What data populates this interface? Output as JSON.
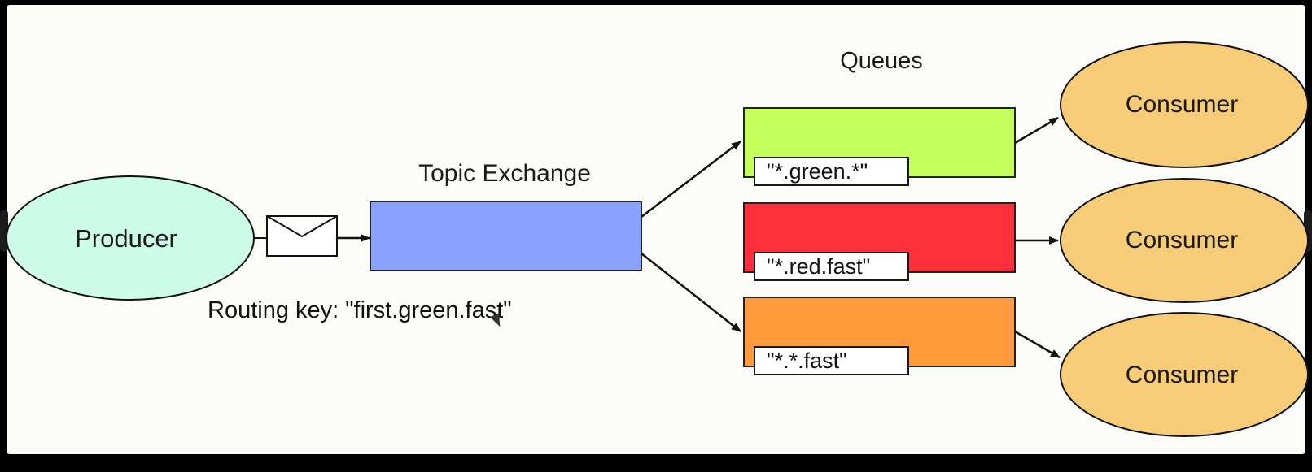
{
  "diagram": {
    "producer": {
      "label": "Producer"
    },
    "exchange": {
      "title": "Topic Exchange",
      "color": "#8aa2ff"
    },
    "routing_key": {
      "label": "Routing key: \"first.green.fast\""
    },
    "queues_title": "Queues",
    "queues": [
      {
        "binding": "\"*.green.*\"",
        "color": "#c4ff5c"
      },
      {
        "binding": "\"*.red.fast\"",
        "color": "#ff2f3c"
      },
      {
        "binding": "\"*.*.fast\"",
        "color": "#ff9a3c"
      }
    ],
    "consumers": [
      {
        "label": "Consumer"
      },
      {
        "label": "Consumer"
      },
      {
        "label": "Consumer"
      }
    ],
    "colors": {
      "producer_fill": "#cdfcea",
      "consumer_fill": "#f6cc78",
      "line": "#111111"
    },
    "icons": [
      "envelope-icon",
      "arrow-icon",
      "cursor-icon"
    ]
  }
}
